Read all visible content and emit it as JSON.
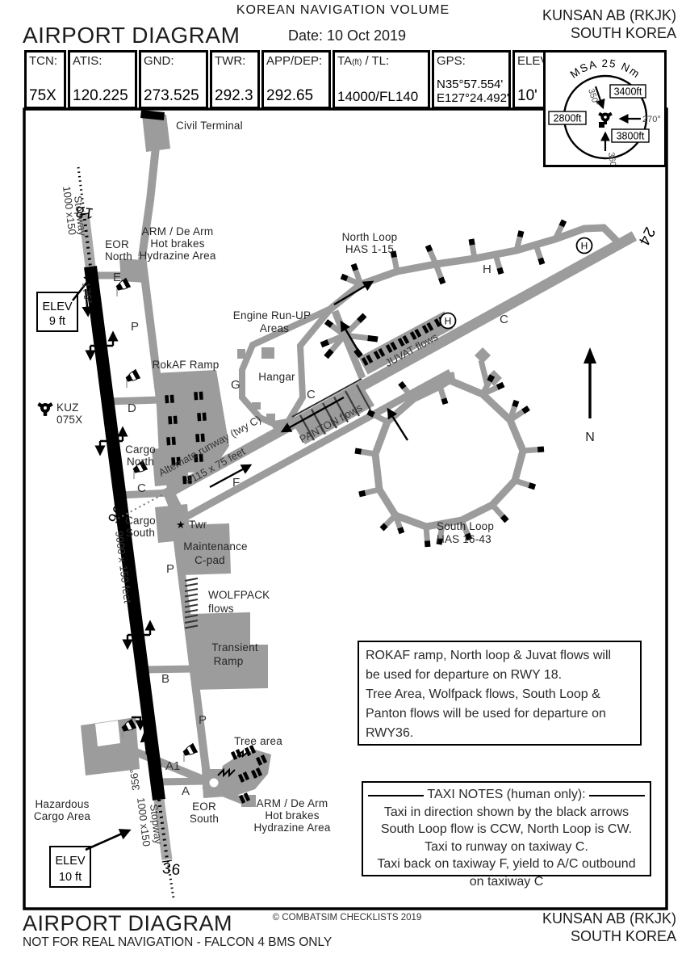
{
  "header": {
    "volume": "KOREAN NAVIGATION VOLUME",
    "title": "AIRPORT DIAGRAM",
    "date": "Date: 10 Oct 2019",
    "station": "KUNSAN AB (RKJK)",
    "country": "SOUTH KOREA"
  },
  "freq": {
    "tcn_label": "TCN:",
    "tcn": "75X",
    "atis_label": "ATIS:",
    "atis": "120.225",
    "gnd_label": "GND:",
    "gnd": "273.525",
    "twr_label": "TWR:",
    "twr": "292.3",
    "app_label": "APP/DEP:",
    "app": "292.65",
    "ta_label_main": "TA",
    "ta_label_sub": "(ft)",
    "ta_label_rest": " / TL:",
    "ta": "14000/FL140",
    "gps_label": "GPS:",
    "gps_lat": "N35°57.554'",
    "gps_lon": "E127°24.492'",
    "elev_label": "ELEV:",
    "elev": "10'"
  },
  "msa": {
    "title": "MSA 25 Nm",
    "sector_350": "350°",
    "sector_270": "270°",
    "sector_360": "360°",
    "alt_ne": "3400ft",
    "alt_w": "2800ft",
    "alt_se": "3800ft"
  },
  "map": {
    "civil_terminal": "Civil Terminal",
    "arm_north": [
      "ARM / De Arm",
      "Hot brakes",
      "Hydrazine Area"
    ],
    "arm_south": [
      "ARM / De Arm",
      "Hot brakes",
      "Hydrazine Area"
    ],
    "eor_north": [
      "EOR",
      "North"
    ],
    "eor_south": [
      "EOR",
      "South"
    ],
    "rokaf": "RokAF Ramp",
    "cargo_north": [
      "Cargo",
      "North"
    ],
    "cargo_south": [
      "Cargo",
      "South"
    ],
    "kuz": [
      "KUZ",
      "075X"
    ],
    "elev_north": [
      "ELEV",
      "9 ft"
    ],
    "elev_south": [
      "ELEV",
      "10 ft"
    ],
    "north_loop": [
      "North Loop",
      "HAS 1-15"
    ],
    "south_loop": [
      "South Loop",
      "HAS 16-43"
    ],
    "engine_runup": [
      "Engine Run-UP",
      "Areas"
    ],
    "hangar": "Hangar",
    "juvat": "JUVAT flows",
    "panton": "PANTON flows",
    "wolfpack": [
      "WOLFPACK",
      "flows"
    ],
    "maintenance": [
      "Maintenance",
      "C-pad"
    ],
    "transient": [
      "Transient",
      "Ramp"
    ],
    "tree": "Tree area",
    "hazardous": [
      "Hazardous",
      "Cargo Area"
    ],
    "twr_star": "★",
    "twr": "Twr",
    "alt_runway": [
      "Alternate runway (twy C)",
      "8115 x 75 feet"
    ],
    "main_runway_dims": "9000 x 150 feet",
    "stopway": [
      "Stopway",
      "1000 x150"
    ],
    "rwy": {
      "r18": "18",
      "r36": "36",
      "r06": "06",
      "r24": "24"
    },
    "headings": {
      "h176": "176°",
      "h356": "356°"
    },
    "north": "N",
    "helipad": "H",
    "twy": {
      "E": "E",
      "P": "P",
      "D": "D",
      "C": "C",
      "B": "B",
      "A1": "A1",
      "A": "A",
      "F": "F",
      "G": "G",
      "H": "H"
    }
  },
  "notes": {
    "departure": [
      "ROKAF ramp, North loop & Juvat flows will",
      "be used for departure on RWY 18.",
      "Tree Area, Wolfpack flows, South Loop &",
      "Panton flows will be used for departure on",
      "RWY36."
    ]
  },
  "taxi_notes": {
    "title": "TAXI NOTES (human only):",
    "lines": [
      "Taxi in direction shown by the black arrows",
      "South Loop flow is CCW, North Loop is CW.",
      "Taxi to runway on taxiway C.",
      "Taxi back on taxiway F, yield to A/C outbound",
      "on taxiway C"
    ]
  },
  "footer": {
    "title": "AIRPORT DIAGRAM",
    "disclaimer": "NOT FOR REAL NAVIGATION - FALCON 4 BMS ONLY",
    "copyright": "© COMBATSIM CHECKLISTS 2019",
    "station": "KUNSAN AB (RKJK)",
    "country": "SOUTH KOREA"
  }
}
